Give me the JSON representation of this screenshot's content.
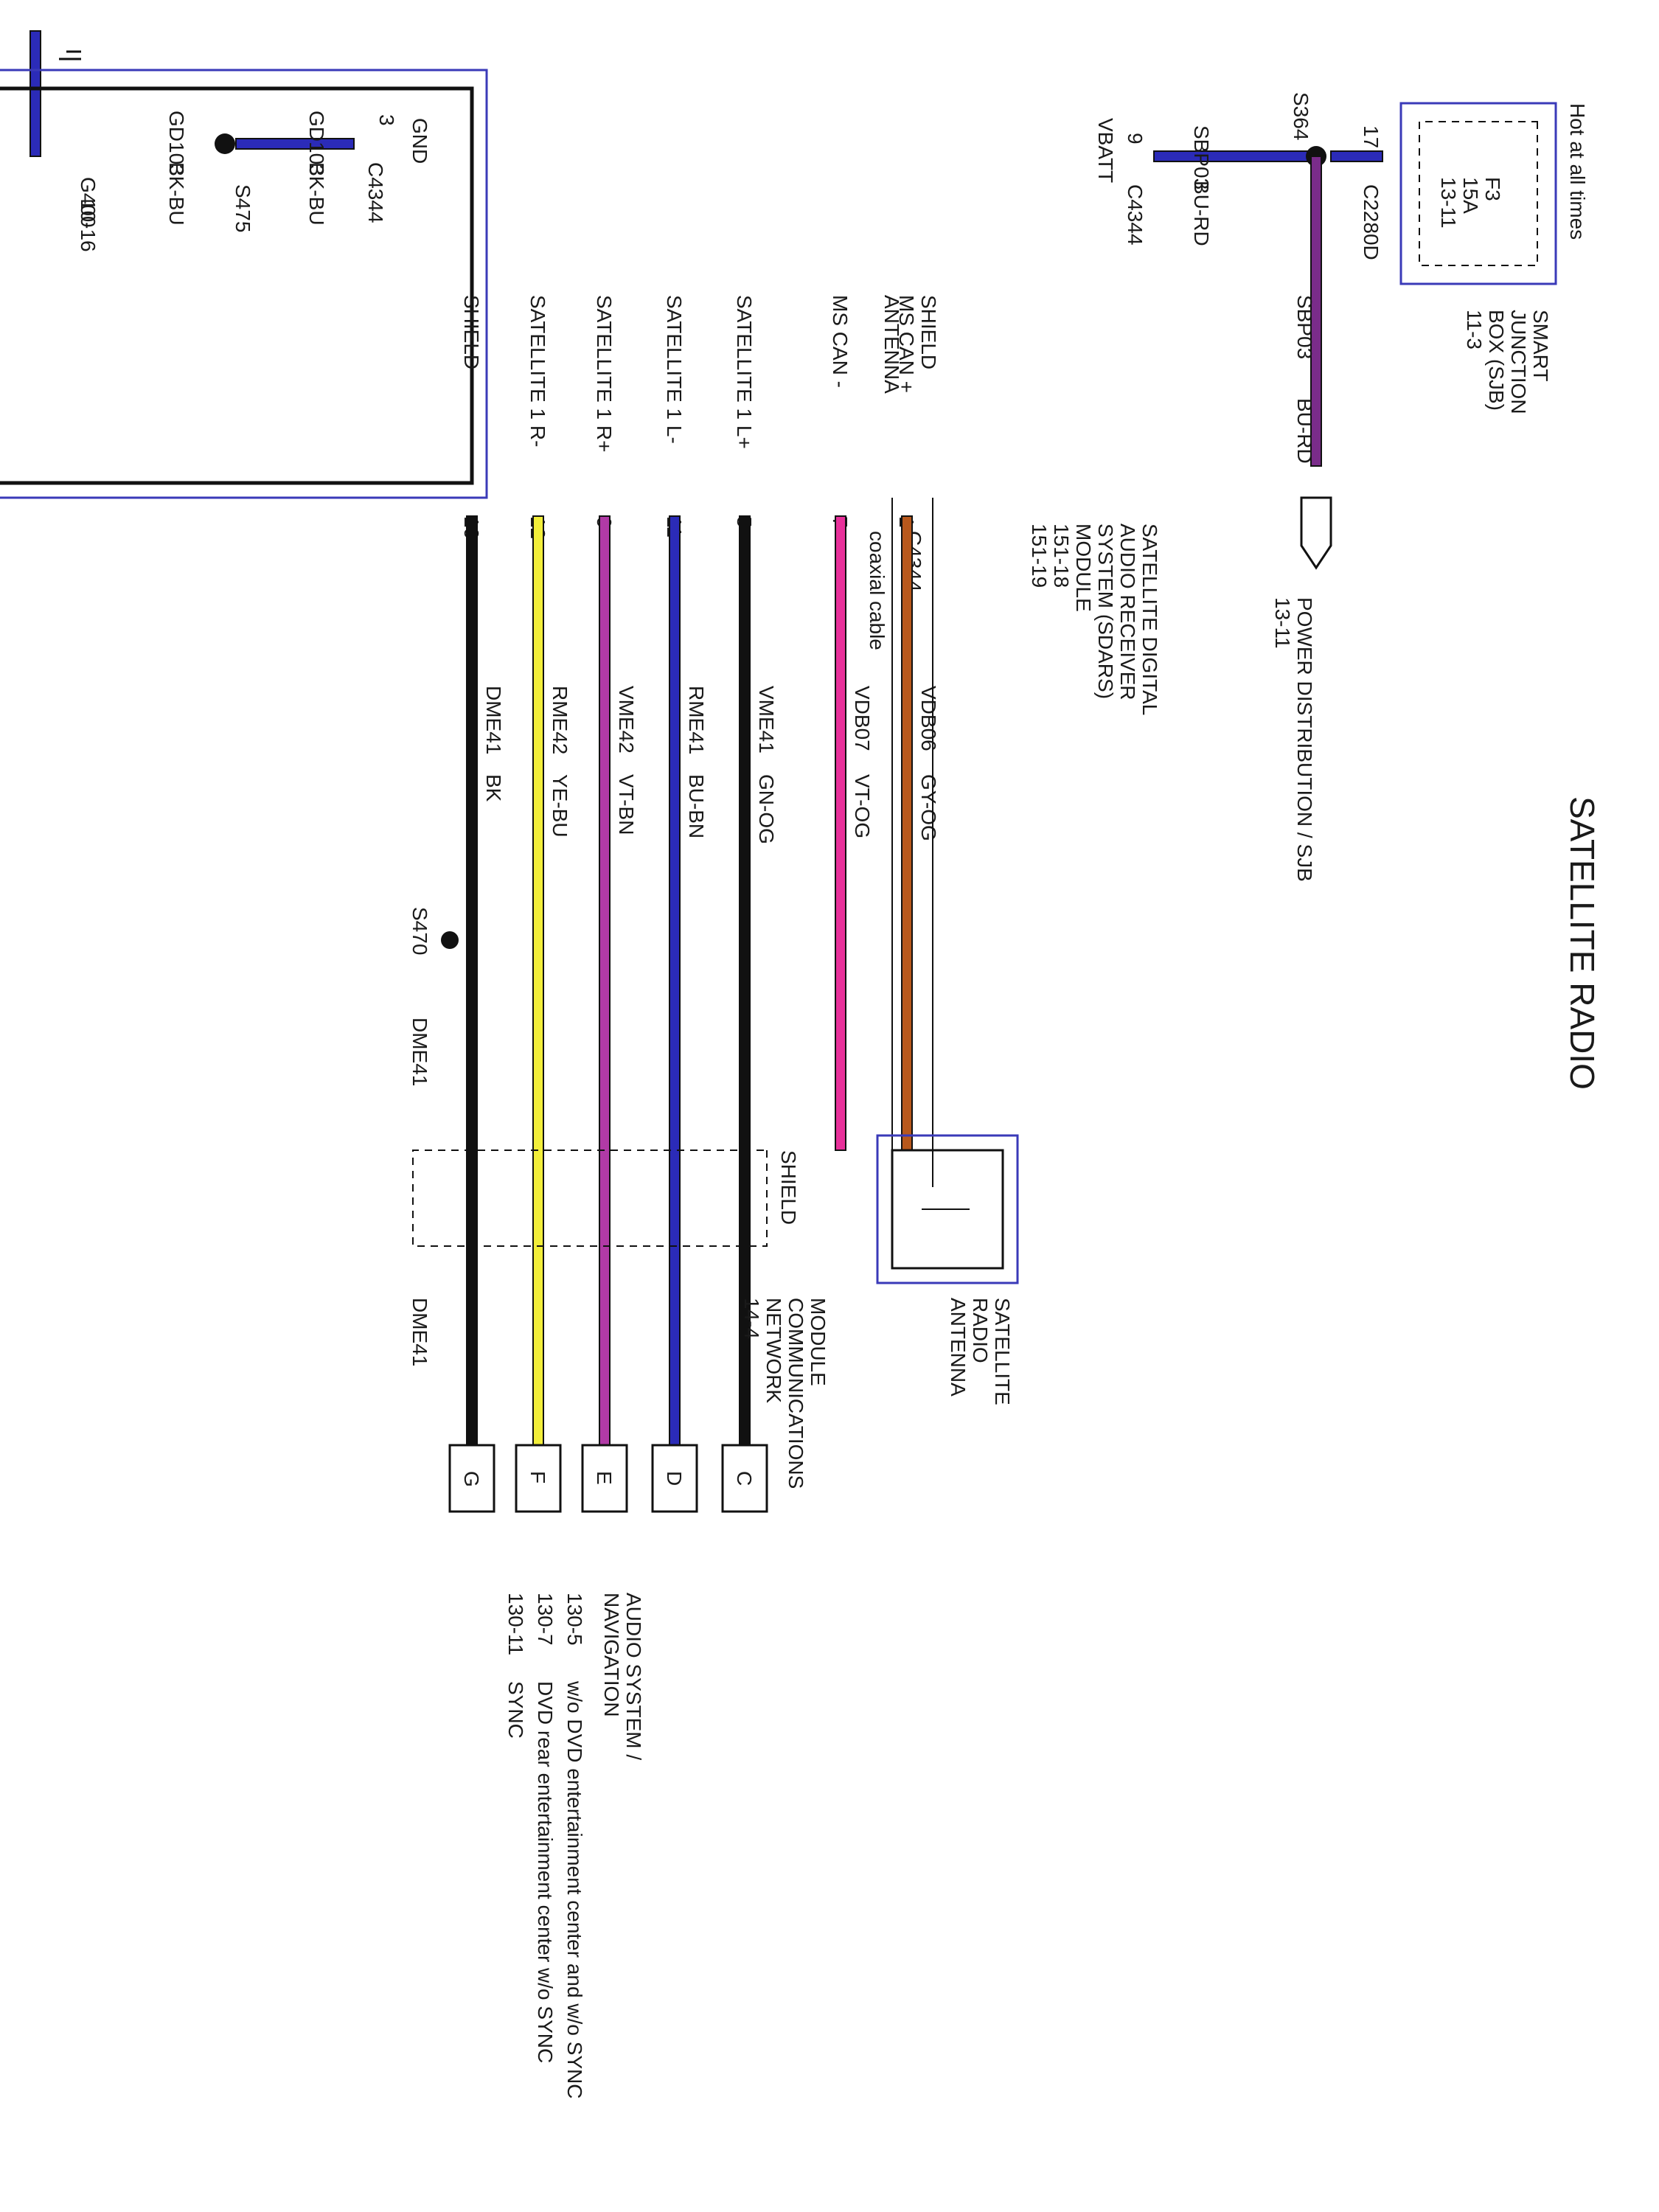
{
  "title": "SATELLITE RADIO",
  "hot_label": "Hot at all times",
  "colors": {
    "blue": "#2b2bb8",
    "purple": "#7a2c8a",
    "black": "#111111",
    "yellow": "#f2ee3a",
    "magenta_pink": "#e8309a",
    "violet": "#b13aa6",
    "orange_brown": "#b8581c",
    "frame": "#3a3ab8"
  },
  "ground": {
    "symbol_label": "G400",
    "ref": "10-16",
    "wire_a": "GD103",
    "wire_a_color": "BK-BU",
    "splice": "S475",
    "wire_b": "GD103",
    "wire_b_color": "BK-BU",
    "pin": "3",
    "connector": "C4344"
  },
  "power": {
    "pin": "9",
    "connector": "C4344",
    "wire": "SBP03",
    "wire_color": "BU-RD",
    "splice": "S364",
    "sjb_pin": "17",
    "sjb_connector": "C2280D",
    "branch_wire": "SBP03",
    "branch_color": "BU-RD",
    "dest_label": "POWER DISTRIBUTION / SJB",
    "dest_ref": "13-11"
  },
  "sjb": {
    "fuse": "F3",
    "amp": "15A",
    "ref": "13-11",
    "name_lines": [
      "SMART",
      "JUNCTION",
      "BOX (SJB)",
      "11-3"
    ]
  },
  "module": {
    "name_lines": [
      "SATELLITE DIGITAL",
      "AUDIO RECEIVER",
      "SYSTEM (SDARS)",
      "MODULE",
      "151-18",
      "151-19"
    ],
    "gnd_label": "GND",
    "vbatt_label": "VBATT",
    "pins": [
      {
        "label": "SHIELD",
        "pin": "10",
        "wire": "DME41",
        "color": "BK"
      },
      {
        "label": "SATELLITE 1 R-",
        "pin": "12",
        "wire": "RME42",
        "color": "YE-BU"
      },
      {
        "label": "SATELLITE 1 R+",
        "pin": "6",
        "wire": "VME42",
        "color": "VT-BN"
      },
      {
        "label": "SATELLITE 1 L-",
        "pin": "11",
        "wire": "RME41",
        "color": "BU-BN"
      },
      {
        "label": "SATELLITE 1 L+",
        "pin": "5",
        "wire": "VME41",
        "color": "GN-OG"
      },
      {
        "label": "MS CAN -",
        "pin": "7",
        "wire": "VDB07",
        "color": "VT-OG"
      },
      {
        "label": "MS CAN +",
        "pin": "1",
        "wire": "VDB06",
        "color": "GY-OG"
      }
    ],
    "antenna_label": "ANTENNA",
    "antenna_shield_label": "SHIELD",
    "connector": "C4344",
    "coax_label": "coaxial cable"
  },
  "shield_path": {
    "splice": "S470",
    "wire_mid": "DME41",
    "wire_end": "DME41",
    "shield_label": "SHIELD"
  },
  "antenna": {
    "name_lines": [
      "SATELLITE",
      "RADIO",
      "ANTENNA"
    ]
  },
  "mcn": {
    "name_lines": [
      "MODULE",
      "COMMUNICATIONS",
      "NETWORK",
      "14-4"
    ]
  },
  "audio_connectors": [
    "C",
    "D",
    "E",
    "F",
    "G"
  ],
  "audio_refs": {
    "heading_lines": [
      "AUDIO SYSTEM /",
      "NAVIGATION"
    ],
    "rows": [
      {
        "ref": "130-5",
        "desc": "w/o DVD entertainment center and w/o SYNC"
      },
      {
        "ref": "130-7",
        "desc": "DVD rear entertainment center w/o SYNC"
      },
      {
        "ref": "130-11",
        "desc": "SYNC"
      }
    ]
  }
}
